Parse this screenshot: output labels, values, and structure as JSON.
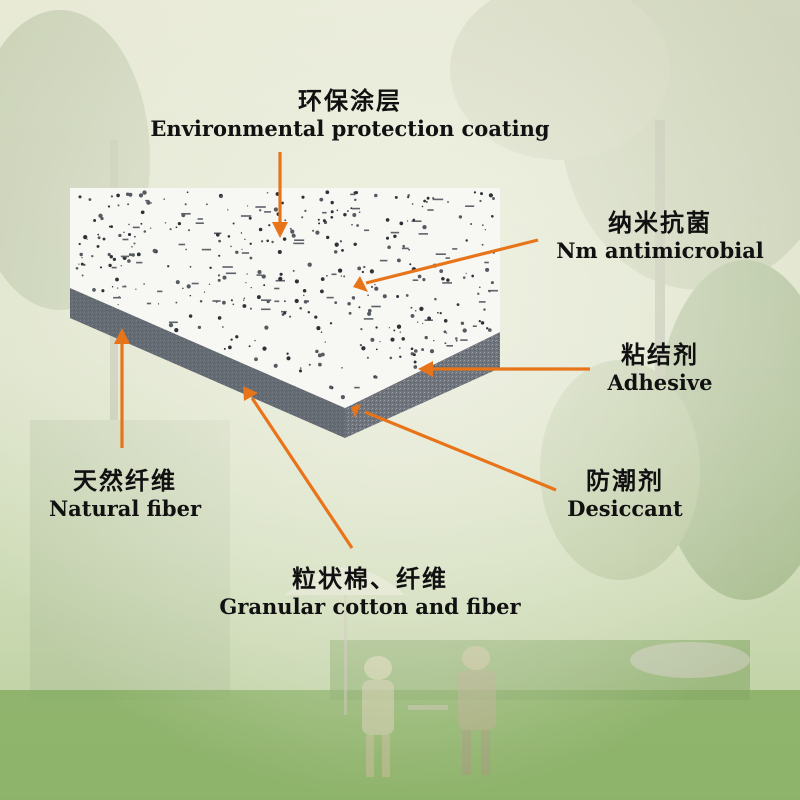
{
  "labels": {
    "coating": {
      "cn": "环保涂层",
      "en": "Environmental protection coating"
    },
    "antimicrobial": {
      "cn": "纳米抗菌",
      "en": "Nm antimicrobial"
    },
    "adhesive": {
      "cn": "粘结剂",
      "en": "Adhesive"
    },
    "natural_fiber": {
      "cn": "天然纤维",
      "en": "Natural fiber"
    },
    "desiccant": {
      "cn": "防潮剂",
      "en": "Desiccant"
    },
    "granular": {
      "cn": "粒状棉、纤维",
      "en": "Granular cotton and fiber"
    }
  },
  "colors": {
    "arrow": "#e8741a",
    "board_top": "#f7f7f4",
    "board_side": "#6b7078",
    "background": "#dfe5cd"
  }
}
